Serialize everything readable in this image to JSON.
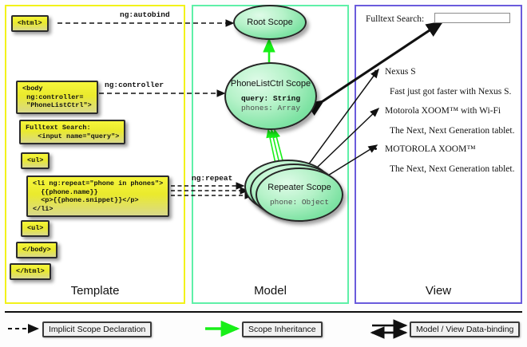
{
  "columns": [
    {
      "key": "template",
      "label": "Template",
      "border_color": "#f2f21a"
    },
    {
      "key": "model",
      "label": "Model",
      "border_color": "#5ff0a8"
    },
    {
      "key": "view",
      "label": "View",
      "border_color": "#6a5bdc"
    }
  ],
  "template": {
    "boxes": [
      {
        "id": "html-open",
        "text": "<html>"
      },
      {
        "id": "body-open",
        "text": "<body\n ng:controller=\n \"PhoneListCtrl\">"
      },
      {
        "id": "fulltext-search",
        "text": "Fulltext Search:\n   <input name=\"query\">"
      },
      {
        "id": "ul-open",
        "text": "<ul>"
      },
      {
        "id": "li-repeat",
        "text": "<li ng:repeat=\"phone in phones\">\n  {{phone.name}}\n  <p>{{phone.snippet}}</p>\n</li>"
      },
      {
        "id": "ul-close",
        "text": "<ul>"
      },
      {
        "id": "body-close",
        "text": "</body>"
      },
      {
        "id": "html-close",
        "text": "</html>"
      }
    ]
  },
  "model": {
    "scopes": [
      {
        "id": "root-scope",
        "title": "Root\nScope",
        "props": []
      },
      {
        "id": "phonelistctrl-scope",
        "title": "PhoneListCtrl\nScope",
        "props": [
          {
            "text": "query: String",
            "emphasis": "bold"
          },
          {
            "text": "phones: Array",
            "emphasis": "dim"
          }
        ]
      },
      {
        "id": "repeater-scope",
        "title": "Repeater\nScope",
        "props": [
          {
            "text": "phone: Object",
            "emphasis": "dim"
          }
        ]
      }
    ]
  },
  "connectors": [
    {
      "id": "ng-autobind",
      "label": "ng:autobind",
      "type": "implicit-scope-declaration"
    },
    {
      "id": "ng-controller",
      "label": "ng:controller",
      "type": "implicit-scope-declaration"
    },
    {
      "id": "ng-repeat",
      "label": "ng:repeat",
      "type": "implicit-scope-declaration"
    }
  ],
  "view": {
    "search_label": "Fulltext Search:",
    "search_value": "",
    "search_placeholder": "",
    "items": [
      {
        "name": "Nexus S",
        "snippet": "Fast just got faster with Nexus S."
      },
      {
        "name": "Motorola XOOM™  with Wi-Fi",
        "snippet": "The Next, Next Generation tablet."
      },
      {
        "name": "MOTOROLA XOOM™",
        "snippet": "The Next, Next Generation tablet."
      }
    ]
  },
  "legend": {
    "items": [
      {
        "id": "implicit-scope-declaration",
        "label": "Implicit Scope Declaration",
        "marker": "dashed-arrow",
        "color": "#111111"
      },
      {
        "id": "scope-inheritance",
        "label": "Scope Inheritance",
        "marker": "solid-arrow",
        "color": "#18ef18"
      },
      {
        "id": "model-view-data-binding",
        "label": "Model / View Data-binding",
        "marker": "double-arrow",
        "color": "#111111"
      }
    ]
  },
  "colors": {
    "template_border": "#f2f21a",
    "model_border": "#5ff0a8",
    "view_border": "#6a5bdc",
    "code_box_fill": "#eaea2d",
    "scope_fill": "#7fe3a4",
    "inheritance_arrow": "#18ef18",
    "binding_arrow": "#111111"
  }
}
